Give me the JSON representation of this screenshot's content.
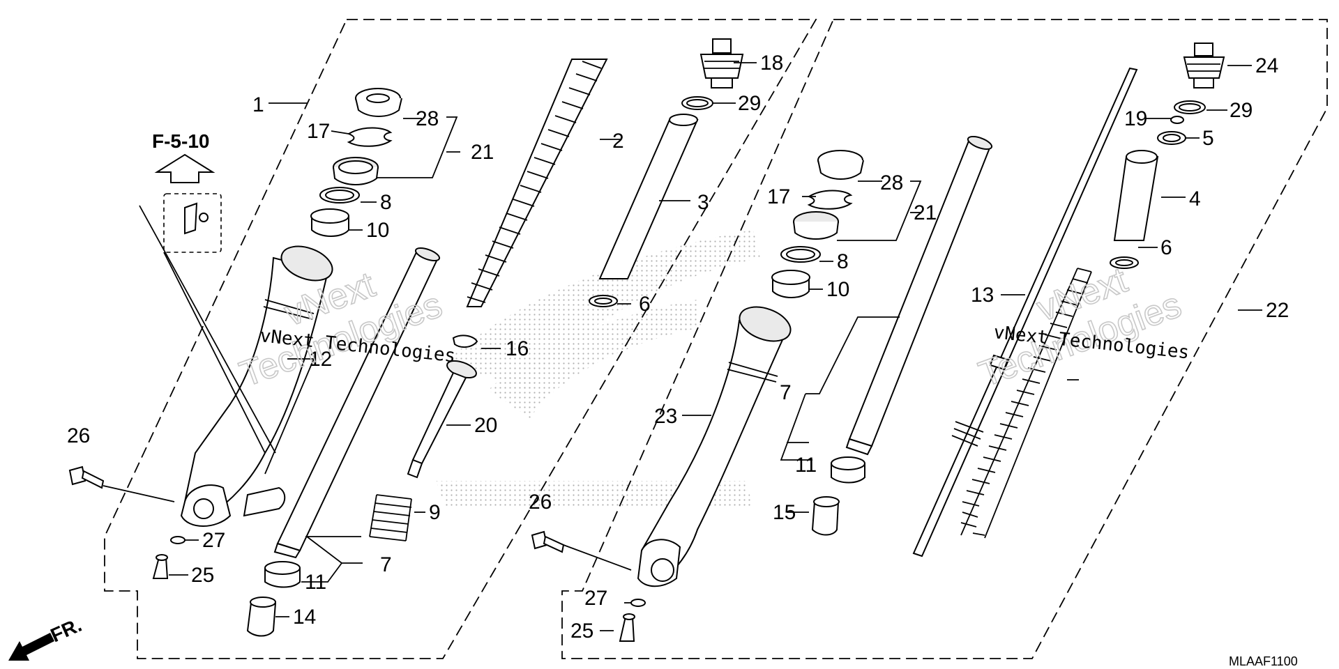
{
  "diagram": {
    "callouts": [
      "1",
      "2",
      "3",
      "4",
      "5",
      "6",
      "7",
      "8",
      "9",
      "10",
      "11",
      "12",
      "13",
      "14",
      "15",
      "16",
      "17",
      "18",
      "19",
      "20",
      "21",
      "22",
      "23",
      "24",
      "25",
      "26",
      "27",
      "28",
      "29"
    ],
    "reference_label": "F-5-10",
    "direction_label": "FR.",
    "diagram_code": "MLAAF1100",
    "watermark_line1": "vNext",
    "watermark_line2": "Technologies",
    "watermark_text": "vNext Technologies"
  }
}
